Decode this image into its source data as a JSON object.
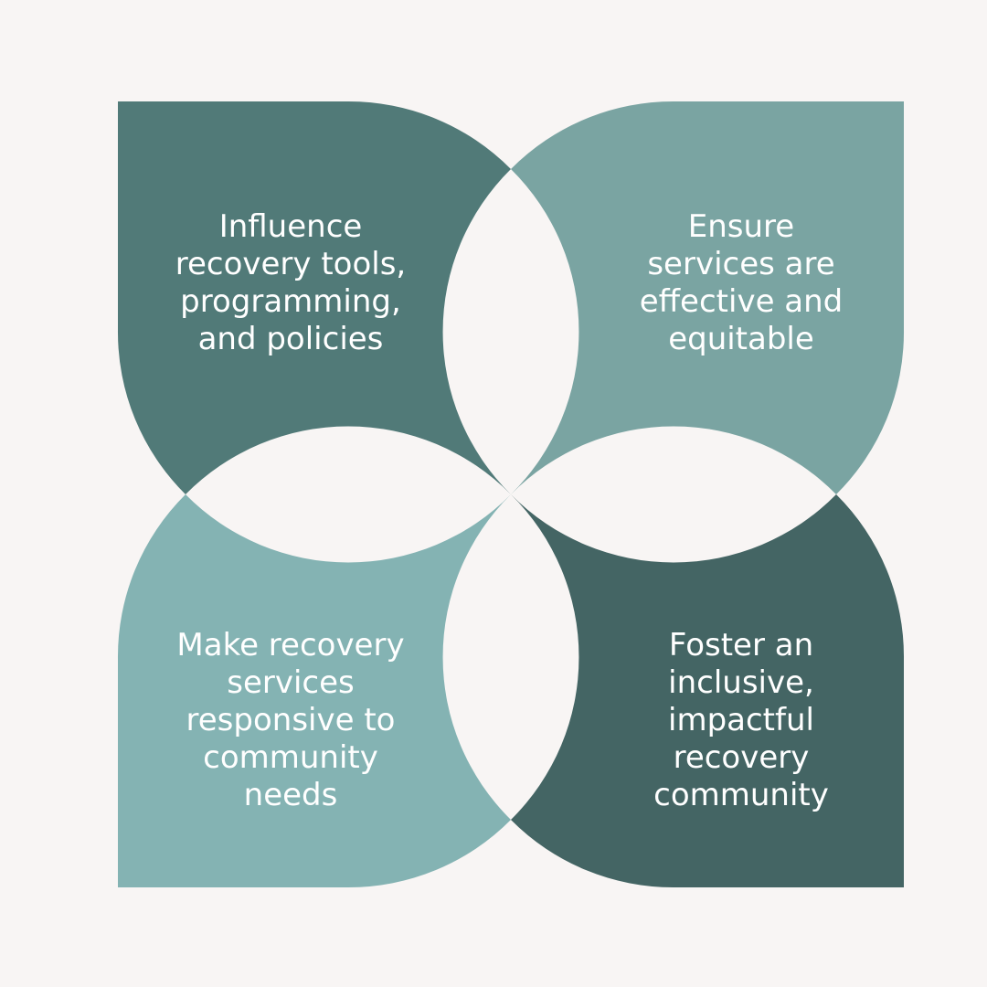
{
  "colors": {
    "background": "#f8f5f4",
    "top_left": "#517a78",
    "top_right": "#7aa4a2",
    "bottom_left": "#84b3b3",
    "bottom_right": "#446564",
    "text": "#ffffff"
  },
  "petals": {
    "top_left": {
      "text": "Influence\nrecovery tools,\nprogramming,\nand policies"
    },
    "top_right": {
      "text": "Ensure\nservices are\neffective and\nequitable"
    },
    "bottom_left": {
      "text": "Make recovery\nservices\nresponsive to\ncommunity\nneeds"
    },
    "bottom_right": {
      "text": "Foster an\ninclusive,\nimpactful\nrecovery\ncommunity"
    }
  }
}
